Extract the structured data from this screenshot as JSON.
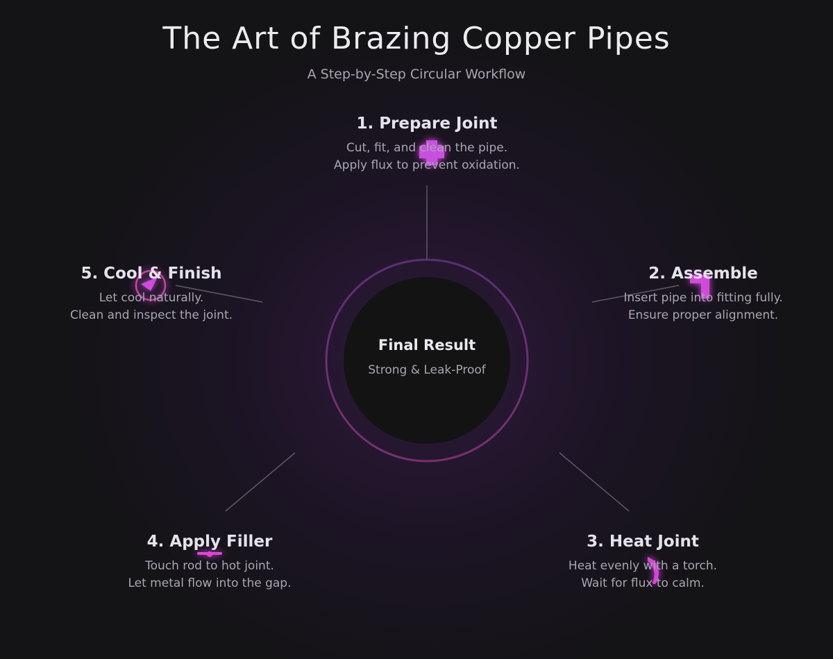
{
  "title": "The Art of Brazing Copper Pipes",
  "subtitle": "A Step-by-Step Circular Workflow",
  "center": {
    "title": "Final Result",
    "subtitle": "Strong & Leak-Proof"
  },
  "accent_color": "#d94ce6",
  "steps": [
    {
      "title": "1. Prepare Joint",
      "line1": "Cut, fit, and clean the pipe.",
      "line2": "Apply flux to prevent oxidation.",
      "icon": "plus-blob-icon"
    },
    {
      "title": "2. Assemble",
      "line1": "Insert pipe into fitting fully.",
      "line2": "Ensure proper alignment.",
      "icon": "fitting-elbow-icon"
    },
    {
      "title": "3. Heat Joint",
      "line1": "Heat evenly with a torch.",
      "line2": "Wait for flux to calm.",
      "icon": "flame-icon"
    },
    {
      "title": "4. Apply Filler",
      "line1": "Touch rod to hot joint.",
      "line2": "Let metal flow into the gap.",
      "icon": "filler-rod-icon"
    },
    {
      "title": "5. Cool & Finish",
      "line1": "Let cool naturally.",
      "line2": "Clean and inspect the joint.",
      "icon": "check-circle-icon"
    }
  ]
}
